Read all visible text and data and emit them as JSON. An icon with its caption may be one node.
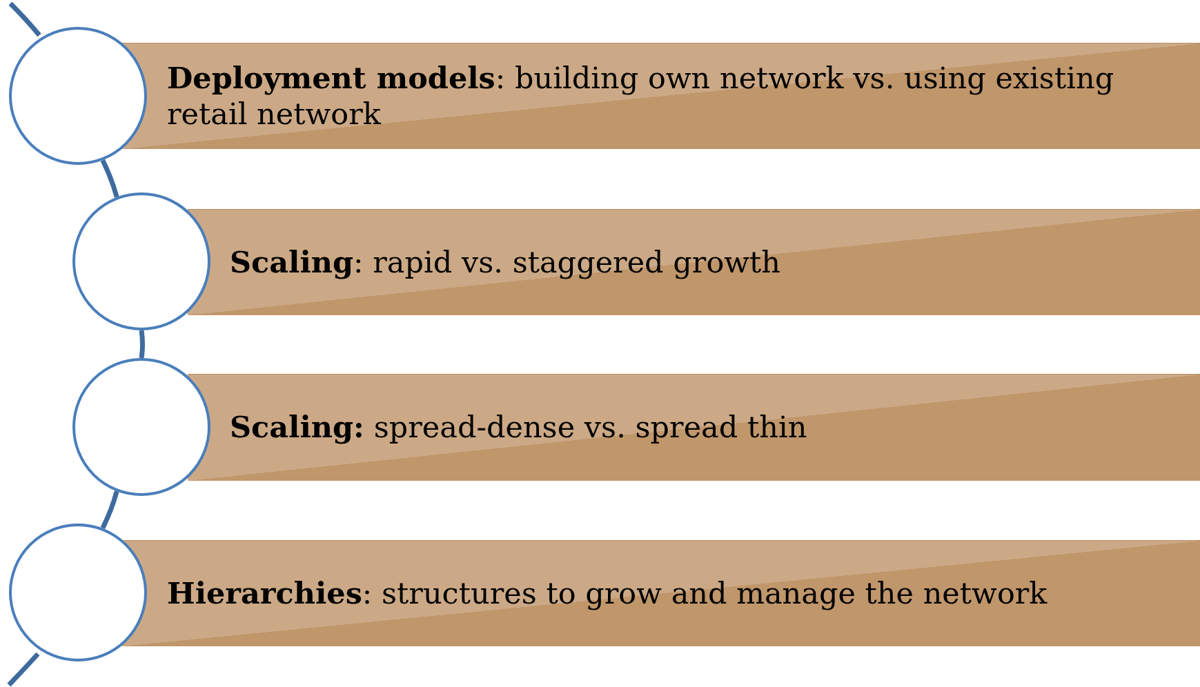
{
  "diagram": {
    "nodes": [
      {
        "text": [
          "**Deployment models**: building own network vs. using existing retail network"
        ]
      },
      {
        "text": [
          "**Scaling**: rapid vs. staggered growth"
        ]
      },
      {
        "text": [
          "**Scaling:** spread-dense vs. spread thin"
        ]
      },
      {
        "text": [
          "**Hierarchies**: structures to grow and manage the network"
        ]
      },
      {
        "text": [],
        "shape": "circle"
      },
      {
        "text": [],
        "shape": "circle"
      },
      {
        "text": [],
        "shape": "circle"
      },
      {
        "text": [],
        "shape": "circle"
      }
    ],
    "edges": [
      {
        "from": 4,
        "to": 5,
        "arrow": "none"
      },
      {
        "from": 5,
        "to": 6,
        "arrow": "none"
      },
      {
        "from": 6,
        "to": 7,
        "arrow": "none"
      }
    ]
  }
}
